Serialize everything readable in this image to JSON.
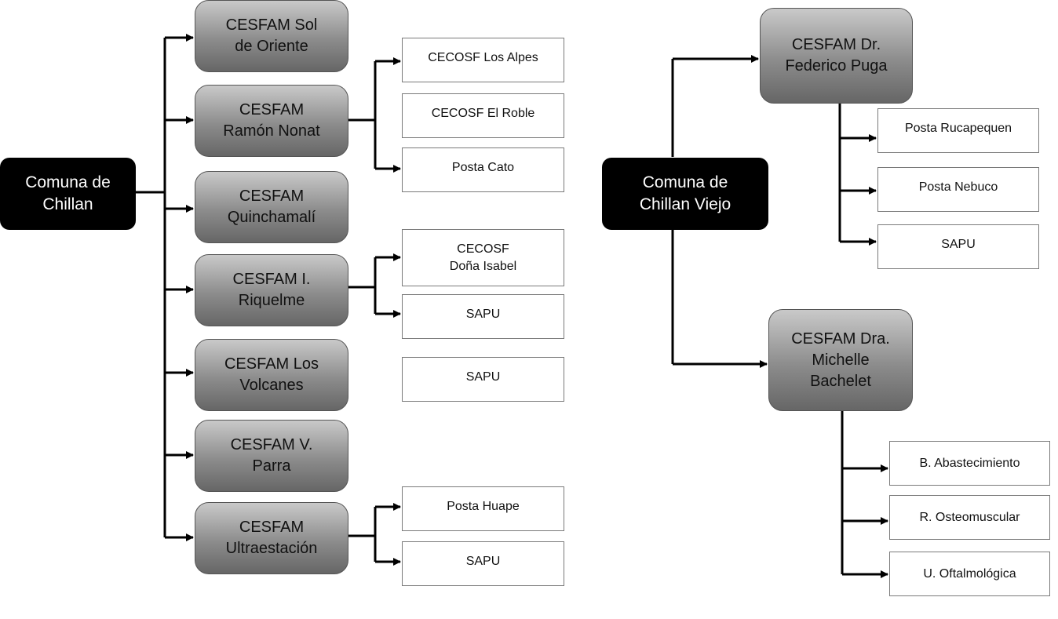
{
  "left": {
    "root": "Comuna de\nChillan",
    "cesfam": [
      "CESFAM Sol\nde Oriente",
      "CESFAM\nRamón Nonat",
      "CESFAM\nQuinchamalí",
      "CESFAM I.\nRiquelme",
      "CESFAM Los\nVolcanes",
      "CESFAM V.\nParra",
      "CESFAM\nUltraestación"
    ],
    "leaves": [
      "CECOSF Los Alpes",
      "CECOSF El Roble",
      "Posta Cato",
      "CECOSF\nDoña Isabel",
      "SAPU",
      "SAPU",
      "Posta Huape",
      "SAPU"
    ]
  },
  "right": {
    "root": "Comuna de\nChillan Viejo",
    "cesfam": [
      "CESFAM Dr.\nFederico Puga",
      "CESFAM Dra.\nMichelle\nBachelet"
    ],
    "leaves": [
      "Posta Rucapequen",
      "Posta Nebuco",
      "SAPU",
      "B. Abastecimiento",
      "R. Osteomuscular",
      "U. Oftalmológica"
    ]
  },
  "colors": {
    "root_fill": "#000000",
    "cesfam_gradient_top": "#c9c9c9",
    "cesfam_gradient_bottom": "#666666",
    "leaf_border": "#7a7a7a",
    "connector": "#000000"
  }
}
